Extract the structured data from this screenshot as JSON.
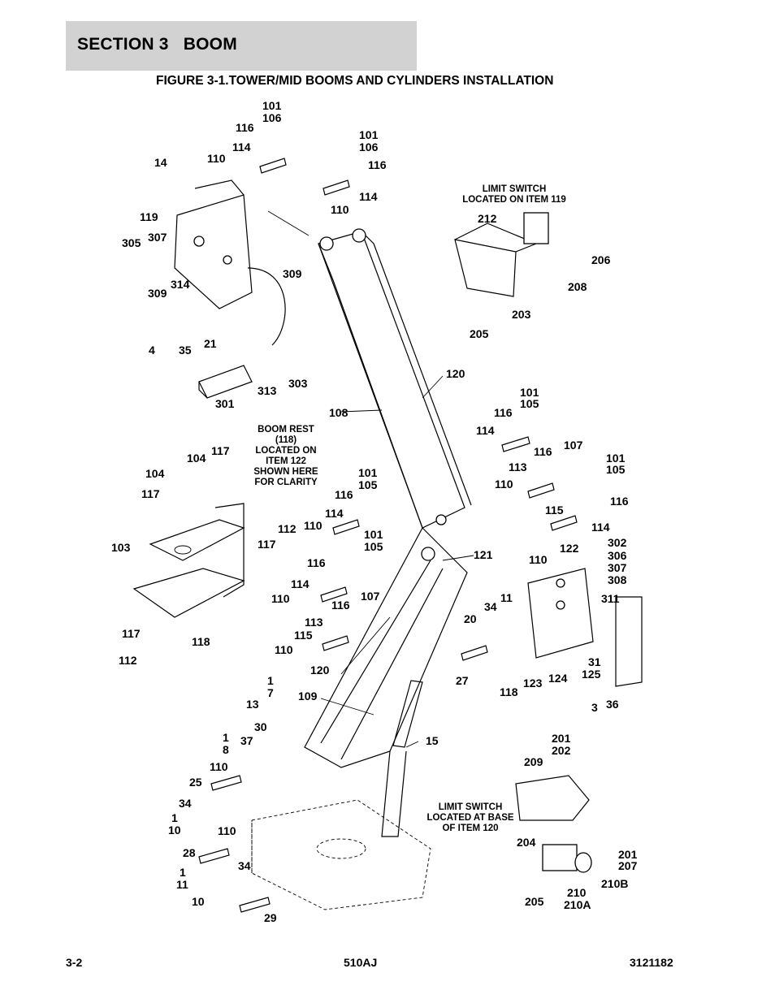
{
  "header": {
    "section_title": "SECTION 3   BOOM",
    "figure_title": "FIGURE 3-1.TOWER/MID BOOMS AND CYLINDERS INSTALLATION"
  },
  "notes": {
    "limit_switch_119": [
      "LIMIT SWITCH",
      "LOCATED ON ITEM 119"
    ],
    "boom_rest": [
      "BOOM REST",
      "(118)",
      "LOCATED ON",
      "ITEM 122",
      "SHOWN HERE",
      "FOR CLARITY"
    ],
    "limit_switch_120": [
      "LIMIT SWITCH",
      "LOCATED AT BASE",
      "OF ITEM 120"
    ]
  },
  "callouts": [
    "101",
    "106",
    "116",
    "114",
    "110",
    "14",
    "119",
    "305",
    "307",
    "309",
    "314",
    "309",
    "4",
    "35",
    "21",
    "301",
    "313",
    "303",
    "101",
    "106",
    "116",
    "114",
    "110",
    "212",
    "206",
    "208",
    "203",
    "205",
    "120",
    "108",
    "101",
    "105",
    "116",
    "114",
    "116",
    "107",
    "113",
    "110",
    "115",
    "101",
    "105",
    "116",
    "114",
    "110",
    "122",
    "302",
    "306",
    "307",
    "308",
    "311",
    "121",
    "34",
    "11",
    "20",
    "27",
    "118",
    "123",
    "124",
    "31",
    "125",
    "3",
    "36",
    "104",
    "117",
    "104",
    "117",
    "112",
    "117",
    "103",
    "117",
    "112",
    "118",
    "101",
    "105",
    "116",
    "114",
    "110",
    "101",
    "105",
    "116",
    "114",
    "110",
    "107",
    "116",
    "113",
    "115",
    "110",
    "120",
    "109",
    "1",
    "7",
    "13",
    "30",
    "1",
    "8",
    "37",
    "110",
    "25",
    "34",
    "1",
    "10",
    "110",
    "28",
    "1",
    "11",
    "34",
    "10",
    "29",
    "15",
    "201",
    "202",
    "209",
    "204",
    "201",
    "207",
    "205",
    "210",
    "210A",
    "210B"
  ],
  "footer": {
    "page_number": "3-2",
    "model": "510AJ",
    "doc_number": "3121182"
  }
}
